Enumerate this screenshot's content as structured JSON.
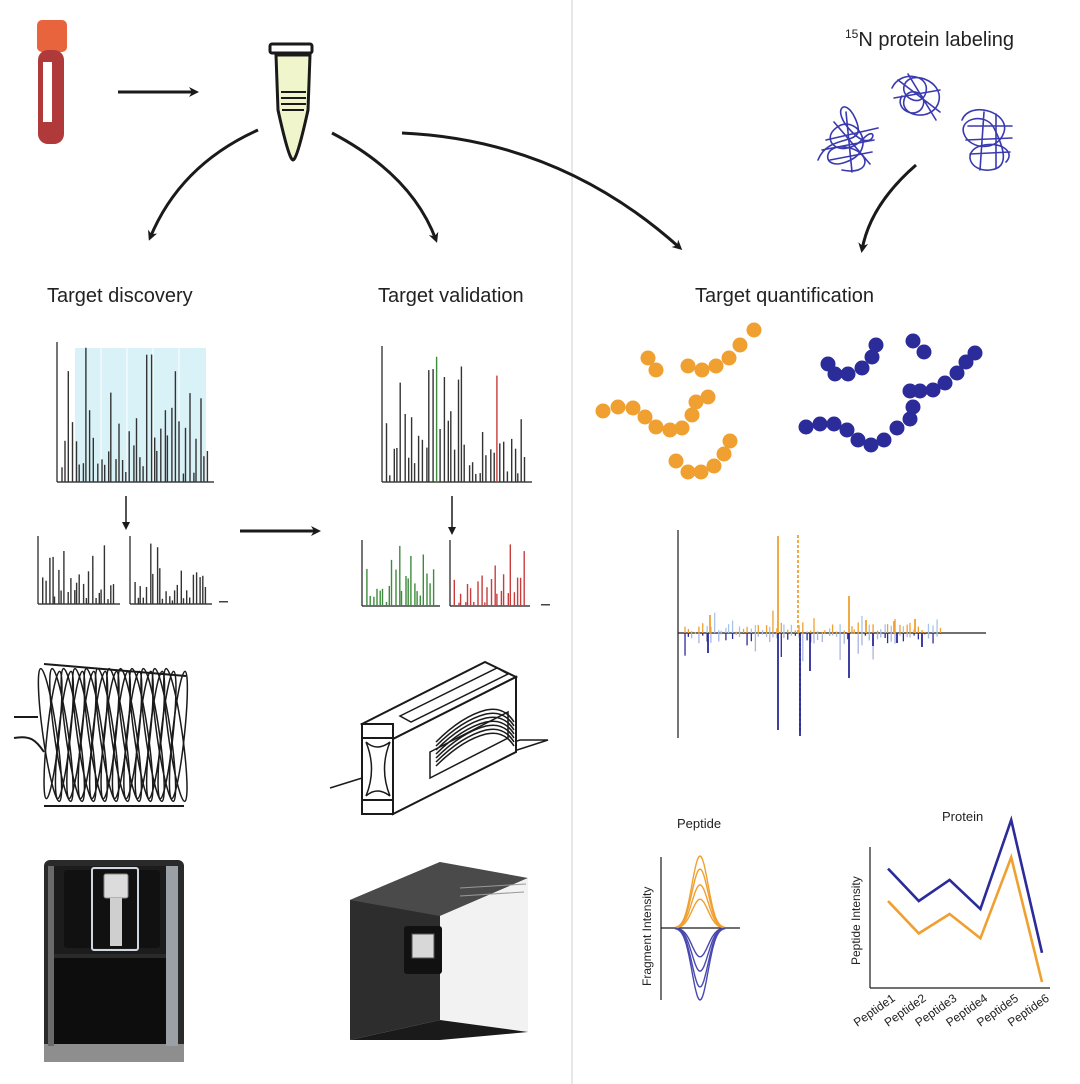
{
  "labels": {
    "n15_prefix": "15",
    "n15_rest": "N protein labeling",
    "target_discovery": "Target discovery",
    "target_validation": "Target validation",
    "target_quantification": "Target quantification",
    "peptide_title": "Peptide",
    "protein_title": "Protein",
    "fragment_axis": "Fragment Intensity",
    "peptide_axis": "Peptide Intensity"
  },
  "colors": {
    "orange": "#f0a030",
    "navy": "#2b2b9a",
    "blood": "#b03a3a",
    "cap": "#e8643c",
    "green": "#3c8c3c",
    "red": "#c83c3c",
    "lightblue": "#d8f2f8",
    "ink": "#1a1a1a"
  },
  "chart_data": [
    {
      "type": "line",
      "title": "Protein",
      "xlabel": "",
      "ylabel": "Peptide Intensity",
      "categories": [
        "Peptide1",
        "Peptide2",
        "Peptide3",
        "Peptide4",
        "Peptide5",
        "Peptide6"
      ],
      "series": [
        {
          "color": "#2b2b9a",
          "values": [
            70,
            50,
            63,
            45,
            100,
            18
          ]
        },
        {
          "color": "#f0a030",
          "values": [
            50,
            30,
            42,
            27,
            77,
            0
          ]
        }
      ],
      "grid": false
    },
    {
      "type": "line",
      "title": "Peptide",
      "ylabel": "Fragment Intensity",
      "series_orange_peaks": [
        1.0,
        0.82,
        0.6,
        0.4
      ],
      "series_navy_peaks": [
        1.0,
        0.82,
        0.6,
        0.4
      ]
    }
  ]
}
